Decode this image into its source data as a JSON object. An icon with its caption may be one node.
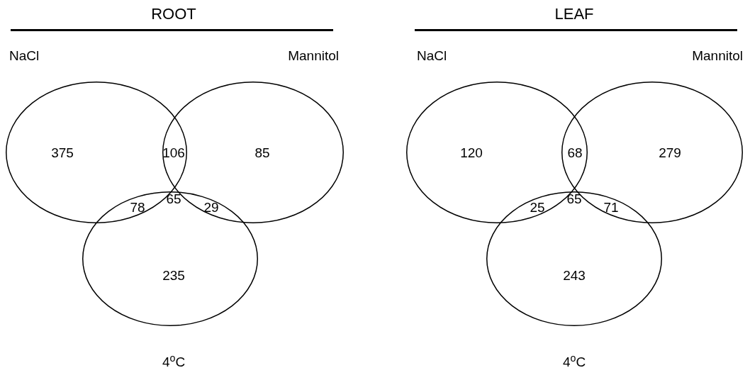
{
  "diagram": {
    "nodes": [
      {
        "text": [],
        "shape": "ellipse",
        "beside": [
          "NaCl"
        ]
      },
      {
        "text": [],
        "shape": "ellipse",
        "beside": [
          "Mannitol"
        ]
      },
      {
        "text": [],
        "shape": "ellipse",
        "beside": [
          "4$^{o}$C"
        ]
      },
      {
        "text": [],
        "shape": "ellipse",
        "beside": [
          "NaCl"
        ]
      },
      {
        "text": [],
        "shape": "ellipse",
        "beside": [
          "Mannitol"
        ]
      },
      {
        "text": [],
        "shape": "ellipse",
        "beside": [
          "4$^{o}$C"
        ]
      }
    ],
    "edges": [],
    "labels": [
      "ROOT",
      "375",
      "106",
      "85",
      "65",
      "78",
      "29",
      "235",
      "LEAF",
      "120",
      "68",
      "279",
      "65",
      "25",
      "71",
      "243"
    ]
  }
}
